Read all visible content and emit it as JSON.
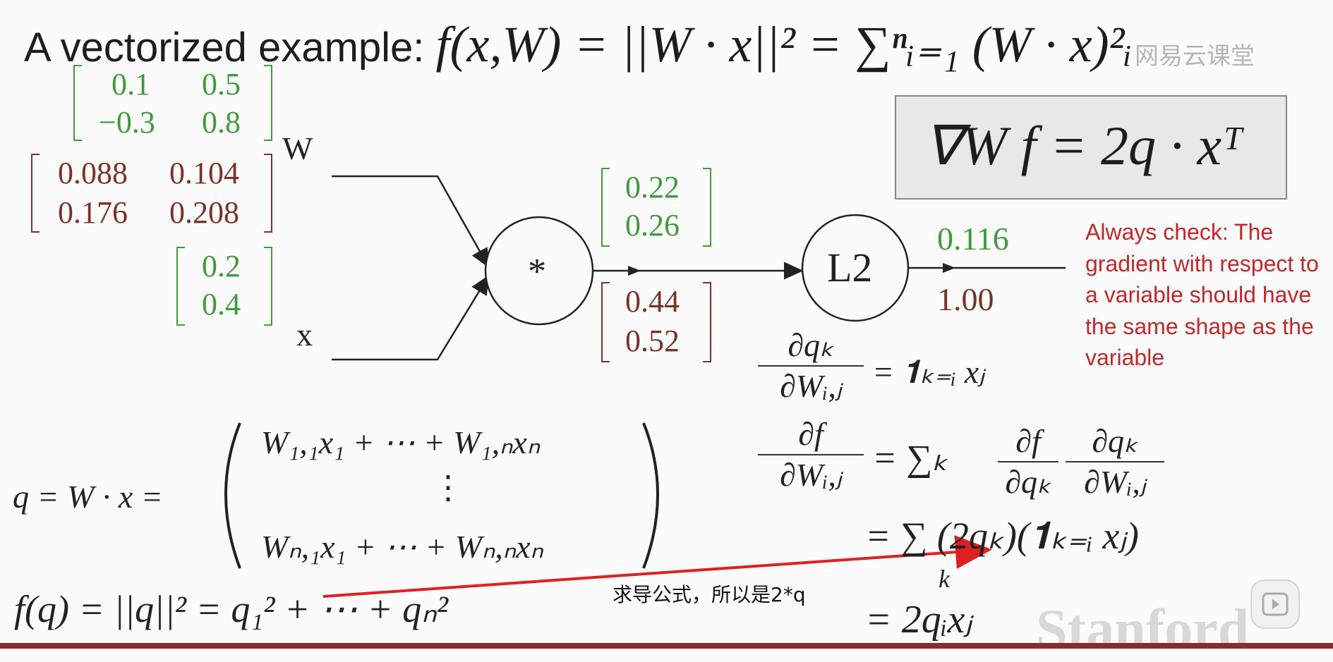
{
  "title": {
    "prefix": "A vectorized example: ",
    "formula": "f(x,W) = ||W · x||² = ∑ⁿᵢ₌₁ (W · x)²ᵢ"
  },
  "watermark": "网易云课堂",
  "matrices": {
    "W_value": [
      [
        "0.1",
        "0.5"
      ],
      [
        "−0.3",
        "0.8"
      ]
    ],
    "W_grad": [
      [
        "0.088",
        "0.104"
      ],
      [
        "0.176",
        "0.208"
      ]
    ],
    "x_value": [
      "0.2",
      "0.4"
    ],
    "q_value": [
      "0.22",
      "0.26"
    ],
    "q_grad": [
      "0.44",
      "0.52"
    ]
  },
  "graph": {
    "w_label": "W",
    "x_label": "x",
    "mult_node": "*",
    "l2_node": "L2",
    "out_value": "0.116",
    "out_grad": "1.00"
  },
  "gradient_box": "∇W f = 2q · xᵀ",
  "note": "Always check: The gradient with respect to a variable should have the same shape as the variable",
  "equations": {
    "q_def_lhs": "q = W · x =",
    "q_row1": "W₁,₁x₁ + ⋯ + W₁,ₙxₙ",
    "q_dots": "⋮",
    "q_row2": "Wₙ,₁x₁ + ⋯ + Wₙ,ₙxₙ",
    "f_def": "f(q) = ||q||² = q₁² + ⋯ + qₙ²",
    "dq_num": "∂qₖ",
    "dq_den": "∂Wᵢ,ⱼ",
    "dq_rhs": "= 𝟏ₖ₌ᵢ xⱼ",
    "df_num": "∂f",
    "df_den": "∂Wᵢ,ⱼ",
    "df_rhs_sum": "= ∑ₖ",
    "df_f1_num": "∂f",
    "df_f1_den": "∂qₖ",
    "df_f2_num": "∂qₖ",
    "df_f2_den": "∂Wᵢ,ⱼ",
    "line3": "= ∑ (2qₖ)(𝟏ₖ₌ᵢ xⱼ)",
    "line3_sub": "k",
    "line4": "= 2qᵢxⱼ"
  },
  "caption": "求导公式，所以是2*q",
  "stanford": "Stanford",
  "colors": {
    "green": "#3f9b3a",
    "brown": "#7a3226",
    "red": "#c0282a",
    "arrow": "#e02020"
  }
}
